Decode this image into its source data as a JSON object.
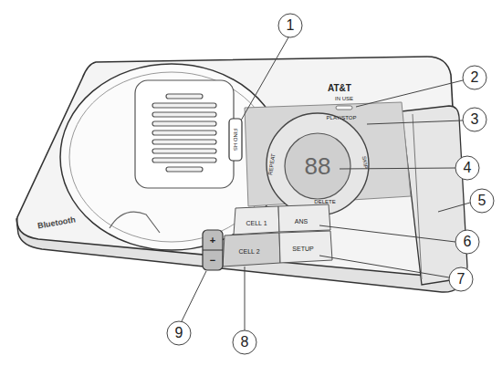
{
  "diagram": {
    "labels": [
      "1",
      "2",
      "3",
      "4",
      "5",
      "6",
      "7",
      "8",
      "9",
      "AT&T",
      "IN USE",
      "PLAY/STOP",
      "88",
      "REPEAT",
      "SKIP",
      "DELETE",
      "CELL 1",
      "ANS",
      "CELL 2",
      "SETUP",
      "Bluetooth",
      "FIND HS",
      "+",
      "−"
    ]
  }
}
